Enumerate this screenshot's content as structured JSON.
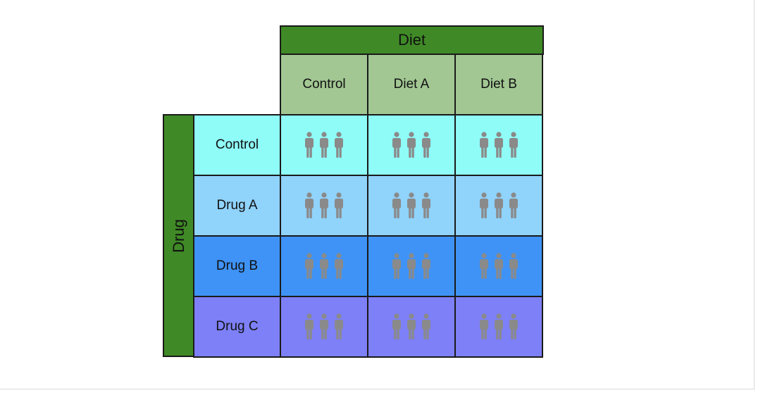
{
  "diagram": {
    "column_factor": "Diet",
    "row_factor": "Drug",
    "columns": [
      "Control",
      "Diet A",
      "Diet B"
    ],
    "rows": [
      "Control",
      "Drug A",
      "Drug B",
      "Drug C"
    ],
    "people_per_cell": 3,
    "icon": "person-icon",
    "colors": {
      "factor_header": "#3f8a26",
      "column_header": "#a2c793",
      "row_control": "#8ffcf8",
      "row_drug_a": "#90d3fb",
      "row_drug_b": "#3f93f7",
      "row_drug_c": "#7d80f6",
      "person": "#8a8a8a",
      "border": "#1a1a1a"
    }
  }
}
